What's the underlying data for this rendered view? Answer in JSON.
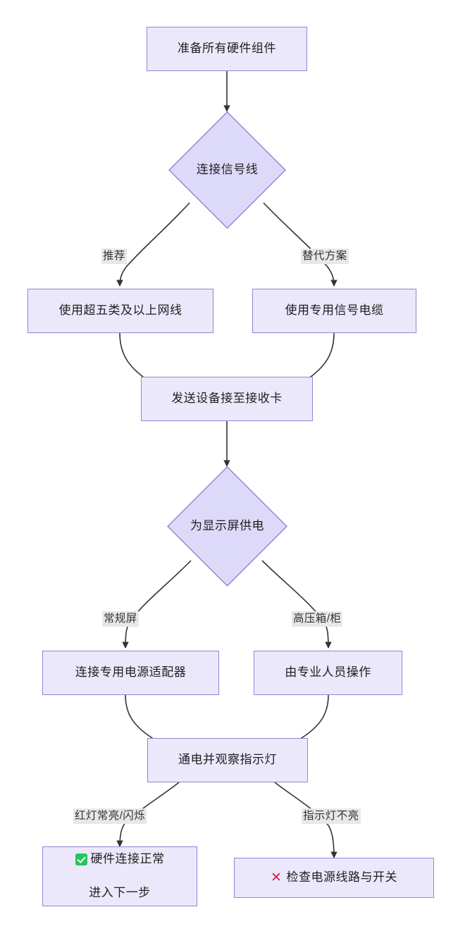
{
  "diagram": {
    "type": "flowchart",
    "direction": "top-down",
    "background_color": "#ffffff",
    "node_fill": "#ece8fb",
    "node_border": "#9a7fd4",
    "edge_color": "#333333",
    "edge_label_bg": "#e8e8e8",
    "nodes": [
      {
        "id": "n1",
        "shape": "rect",
        "label": "准备所有硬件组件"
      },
      {
        "id": "n2",
        "shape": "diamond",
        "label": "连接信号线"
      },
      {
        "id": "n3",
        "shape": "rect",
        "label": "使用超五类及以上网线"
      },
      {
        "id": "n4",
        "shape": "rect",
        "label": "使用专用信号电缆"
      },
      {
        "id": "n5",
        "shape": "rect",
        "label": "发送设备接至接收卡"
      },
      {
        "id": "n6",
        "shape": "diamond",
        "label": "为显示屏供电"
      },
      {
        "id": "n7",
        "shape": "rect",
        "label": "连接专用电源适配器"
      },
      {
        "id": "n8",
        "shape": "rect",
        "label": "由专业人员操作"
      },
      {
        "id": "n9",
        "shape": "rect",
        "label": "通电并观察指示灯"
      },
      {
        "id": "n10",
        "shape": "rect",
        "icon": "check-square-icon",
        "label_line1": "硬件连接正常",
        "label_line2": "进入下一步"
      },
      {
        "id": "n11",
        "shape": "rect",
        "icon": "cross-mark-icon",
        "cross_glyph": "✕",
        "label": "检查电源线路与开关"
      }
    ],
    "edge_labels": {
      "recommended": "推荐",
      "alternative": "替代方案",
      "normal_screen": "常规屏",
      "high_voltage_box": "高压箱/柜",
      "red_light_on_blink": "红灯常亮/闪烁",
      "indicator_off": "指示灯不亮"
    }
  }
}
